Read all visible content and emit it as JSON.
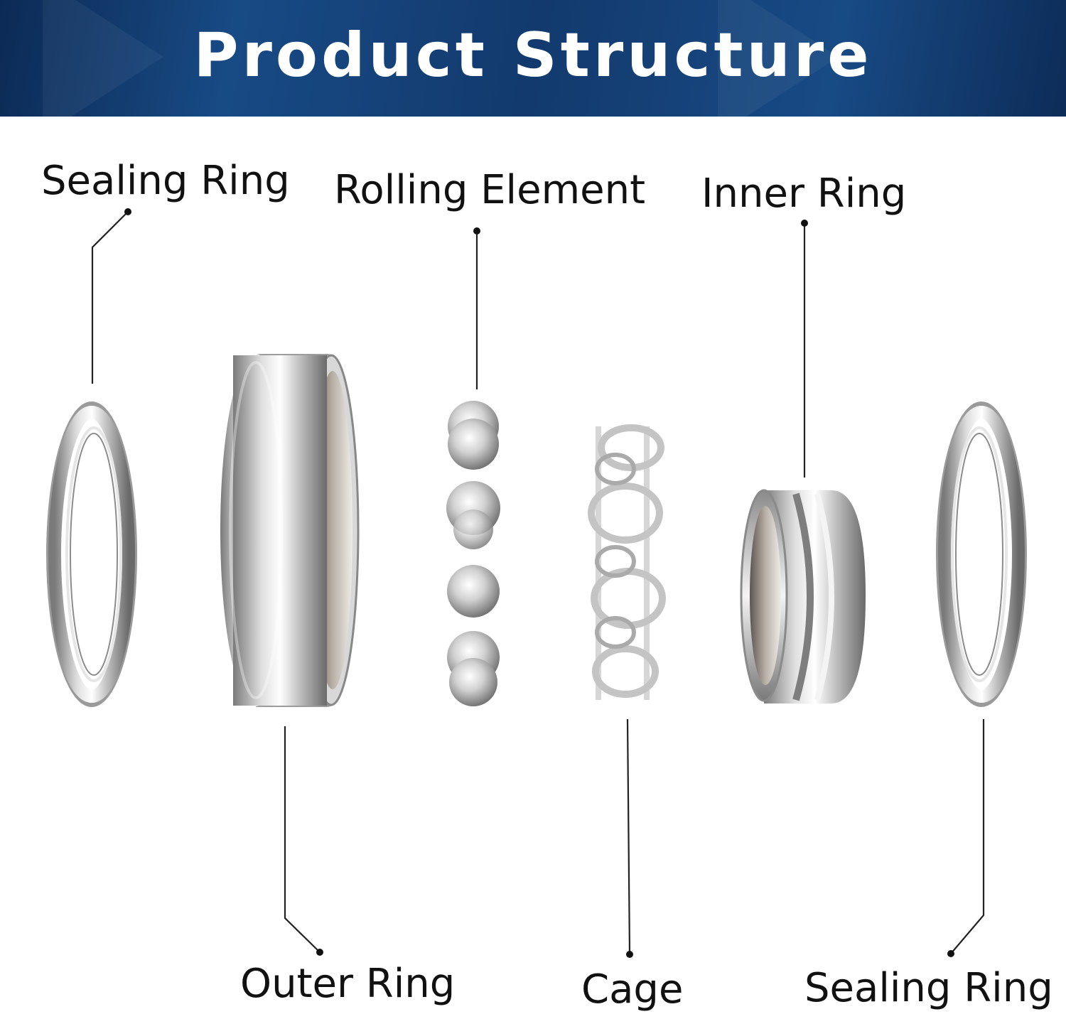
{
  "header": {
    "title": "Product Structure"
  },
  "labels": {
    "sealing_ring_left": "Sealing Ring",
    "rolling_element": "Rolling Element",
    "inner_ring": "Inner Ring",
    "outer_ring": "Outer Ring",
    "cage": "Cage",
    "sealing_ring_right": "Sealing Ring"
  },
  "colors": {
    "banner": "#184a84",
    "metal_light": "#f2f2f2",
    "metal_dark": "#6f6f6f",
    "leader_line": "#222222"
  }
}
